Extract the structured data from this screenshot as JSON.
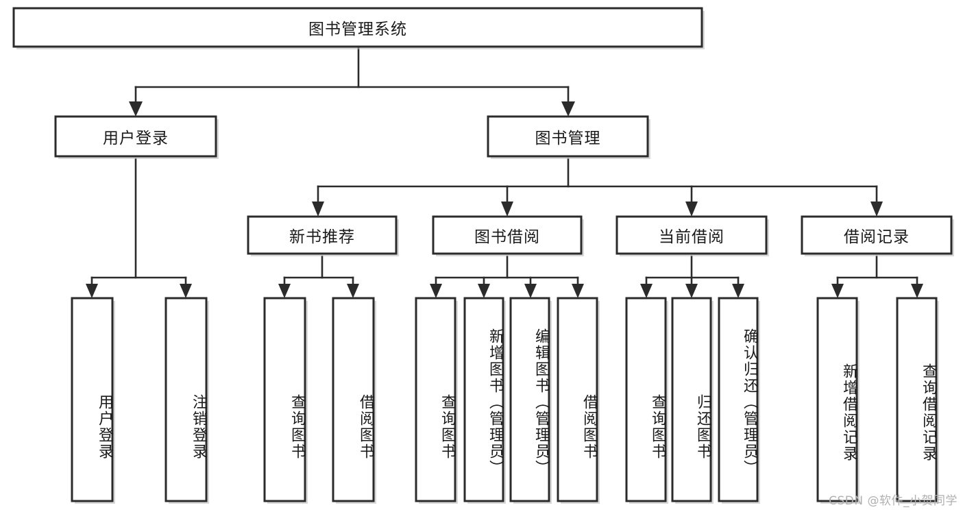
{
  "diagram": {
    "title": "图书管理系统",
    "watermark": "CSDN @软件_小贺同学",
    "style": {
      "box_fill": "#ffffff",
      "box_stroke": "#2b2b2b",
      "connector_color": "#2b2b2b",
      "text_color": "#1a1a1a",
      "watermark_color": "#b0b0b0",
      "background": "#ffffff"
    },
    "root": {
      "label": "图书管理系统",
      "orientation": "horizontal"
    },
    "level2": [
      {
        "label": "用户登录",
        "orientation": "horizontal"
      },
      {
        "label": "图书管理",
        "orientation": "horizontal"
      }
    ],
    "level3": [
      {
        "label": "新书推荐",
        "orientation": "horizontal",
        "parent": "图书管理"
      },
      {
        "label": "图书借阅",
        "orientation": "horizontal",
        "parent": "图书管理"
      },
      {
        "label": "当前借阅",
        "orientation": "horizontal",
        "parent": "图书管理"
      },
      {
        "label": "借阅记录",
        "orientation": "horizontal",
        "parent": "图书管理"
      }
    ],
    "leaves": {
      "用户登录": [
        {
          "label": "用户登录",
          "orientation": "vertical"
        },
        {
          "label": "注销登录",
          "orientation": "vertical"
        }
      ],
      "新书推荐": [
        {
          "label": "查询图书",
          "orientation": "vertical"
        },
        {
          "label": "借阅图书",
          "orientation": "vertical"
        }
      ],
      "图书借阅": [
        {
          "label": "查询图书",
          "orientation": "vertical"
        },
        {
          "label": "新增图书（管理员）",
          "orientation": "vertical"
        },
        {
          "label": "编辑图书（管理员）",
          "orientation": "vertical"
        },
        {
          "label": "借阅图书",
          "orientation": "vertical"
        }
      ],
      "当前借阅": [
        {
          "label": "查询图书",
          "orientation": "vertical"
        },
        {
          "label": "归还图书",
          "orientation": "vertical"
        },
        {
          "label": "确认归还（管理员）",
          "orientation": "vertical"
        }
      ],
      "借阅记录": [
        {
          "label": "新增借阅记录",
          "orientation": "vertical"
        },
        {
          "label": "查询借阅记录",
          "orientation": "vertical"
        }
      ]
    },
    "flat_labels": {
      "root": "图书管理系统",
      "n_user_login": "用户登录",
      "n_book_mgmt": "图书管理",
      "n_new_book_rec": "新书推荐",
      "n_book_borrow": "图书借阅",
      "n_current_borrow": "当前借阅",
      "n_borrow_record": "借阅记录",
      "l_user_login": "用户登录",
      "l_logout": "注销登录",
      "l_query_book_1": "查询图书",
      "l_borrow_book_1": "借阅图书",
      "l_query_book_2": "查询图书",
      "l_add_book_admin": "新增图书（管理员）",
      "l_edit_book_admin": "编辑图书（管理员）",
      "l_borrow_book_2": "借阅图书",
      "l_query_book_3": "查询图书",
      "l_return_book": "归还图书",
      "l_confirm_return_admin": "确认归还（管理员）",
      "l_add_borrow_record": "新增借阅记录",
      "l_query_borrow_record": "查询借阅记录"
    }
  }
}
